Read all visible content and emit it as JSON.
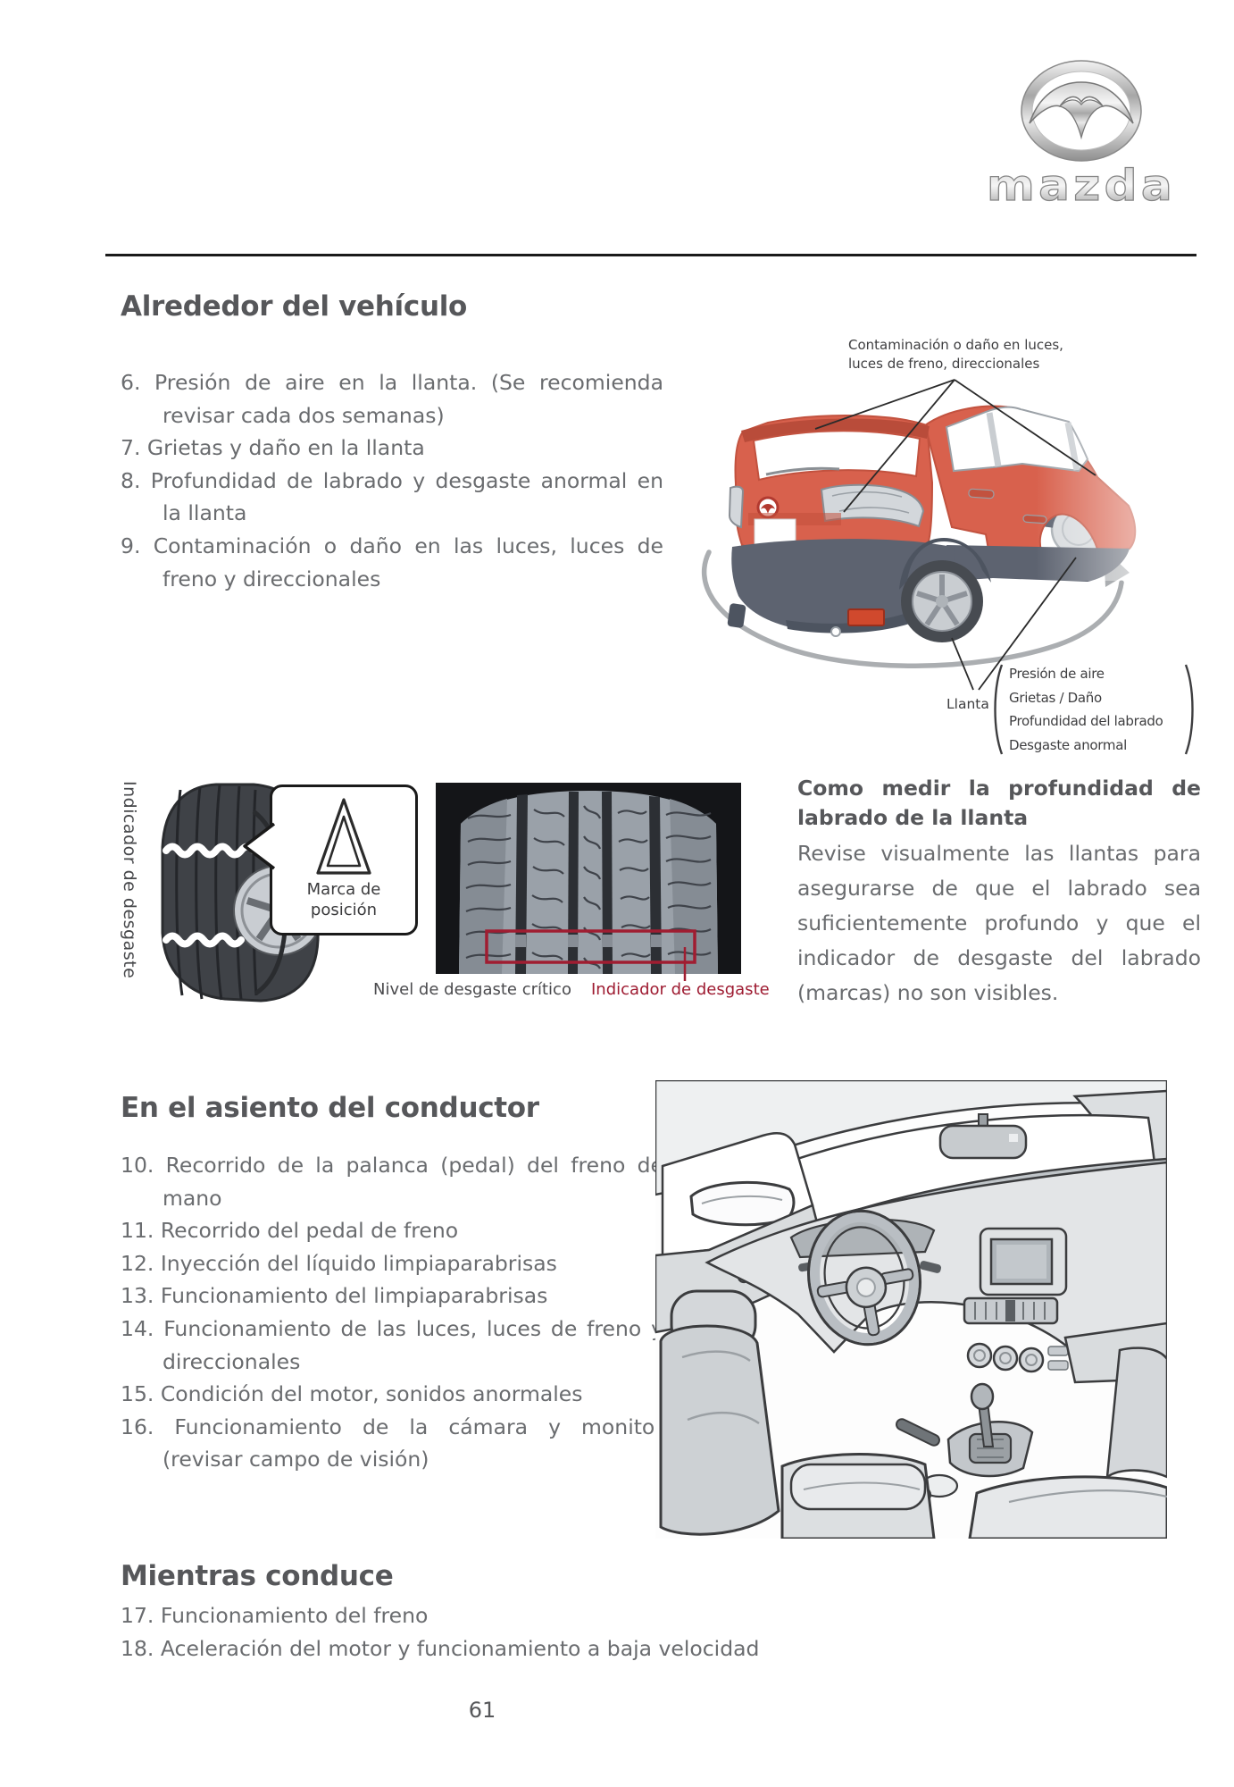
{
  "brand": {
    "wordmark": "mazda"
  },
  "page_number": "61",
  "colors": {
    "accent_red": "#9e1b31",
    "car_red": "#d8614d",
    "text_gray": "#6a6c6f",
    "bumper_slate": "#5d6370"
  },
  "sections": {
    "around": {
      "heading": "Alrededor del vehículo",
      "items": [
        {
          "num": "6.",
          "text": "Presión de aire en la llanta. (Se recomienda revisar cada dos semanas)"
        },
        {
          "num": "7.",
          "text": "Grietas y daño en la llanta"
        },
        {
          "num": "8.",
          "text": "Profundidad de labrado y desgaste anormal en la llanta"
        },
        {
          "num": "9.",
          "text": "Contaminación o daño en las luces, luces de freno y direccionales"
        }
      ]
    },
    "driver_seat": {
      "heading": "En el asiento del conductor",
      "items": [
        {
          "num": "10.",
          "text": "Recorrido de la palanca (pedal) del freno de mano"
        },
        {
          "num": "11.",
          "text": "Recorrido del pedal de freno"
        },
        {
          "num": "12.",
          "text": "Inyección del líquido limpiaparabrisas"
        },
        {
          "num": "13.",
          "text": "Funcionamiento del limpiaparabrisas"
        },
        {
          "num": "14.",
          "text": "Funcionamiento de las luces, luces de freno y direccionales"
        },
        {
          "num": "15.",
          "text": "Condición del motor, sonidos anormales"
        },
        {
          "num": "16.",
          "text": "Funcionamiento de la cámara y monitor (revisar campo de visión)"
        }
      ]
    },
    "while_driving": {
      "heading": "Mientras conduce",
      "items": [
        {
          "num": "17.",
          "text": "Funcionamiento del freno"
        },
        {
          "num": "18.",
          "text": "Aceleración del motor y funcionamiento a baja velocidad"
        }
      ]
    }
  },
  "figures": {
    "car_rear": {
      "top_label": "Contaminación o daño en luces,\nluces de freno, direccionales",
      "wheel_label": "Llanta",
      "bracket_items": [
        "Presión de aire",
        "Grietas / Daño",
        "Profundidad del labrado",
        "Desgaste anormal"
      ]
    },
    "tire_wear": {
      "vertical_label": "Indicador de desgaste",
      "callout_label": "Marca de\nposición",
      "critical_label": "Nivel de desgaste crítico",
      "indicator_label": "Indicador de desgaste"
    },
    "tread_text": {
      "heading": "Como medir la profundidad de labrado de la llanta",
      "body": "Revise visualmente las llantas para asegurarse de que el labrado sea suficientemente profundo y que el indicador de desgaste del labrado (marcas) no son visibles."
    }
  }
}
